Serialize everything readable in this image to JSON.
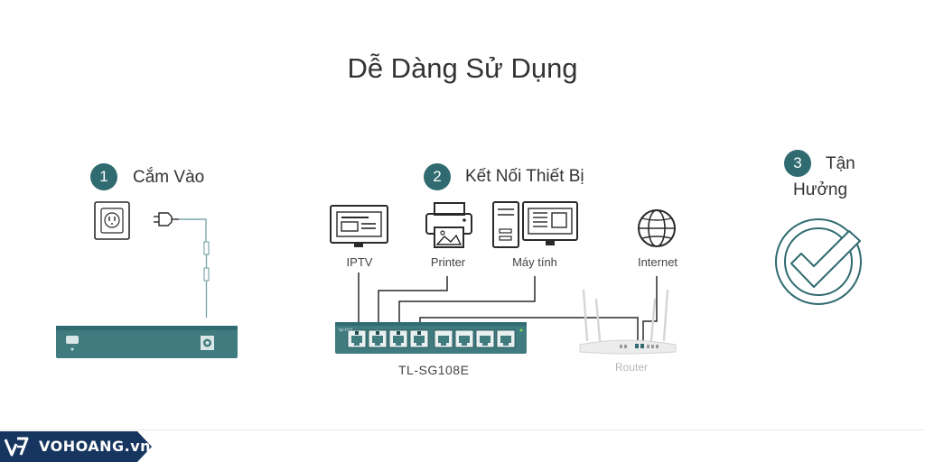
{
  "title": "Dễ Dàng Sử Dụng",
  "steps": [
    {
      "number": "1",
      "label": "Cắm Vào"
    },
    {
      "number": "2",
      "label": "Kết Nối Thiết Bị"
    },
    {
      "number": "3",
      "label_line1": "Tận",
      "label_line2": "Hưởng"
    }
  ],
  "devices": {
    "iptv": "IPTV",
    "printer": "Printer",
    "computer": "Máy tính",
    "internet": "Internet"
  },
  "switch_model": "TL-SG108E",
  "router_label": "Router",
  "brand": {
    "name": "VOHOANG.vn"
  },
  "colors": {
    "accent": "#2f6b70",
    "switch_body": "#3f7b7f",
    "line": "#2a2a2a"
  }
}
